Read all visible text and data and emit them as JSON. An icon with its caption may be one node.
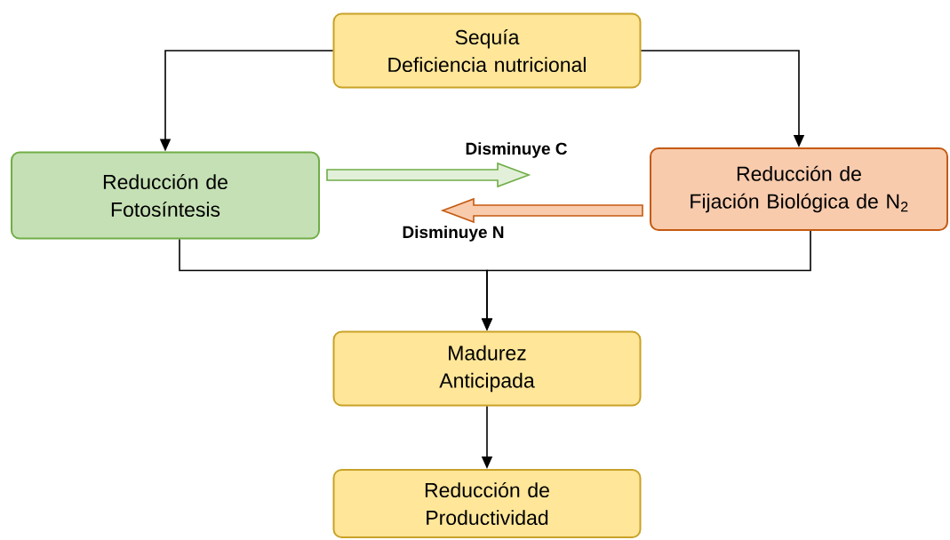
{
  "diagram": {
    "nodes": [
      {
        "text": [
          "Sequía",
          "Deficiencia nutricional"
        ]
      },
      {
        "text": [
          "Reducción de Fotosíntesis"
        ]
      },
      {
        "text": [
          "Reducción de",
          "Fijación Biológica de N$_{2}$"
        ]
      },
      {
        "text": [
          "Madurez Anticipada"
        ]
      },
      {
        "text": [
          "Reducción de Productividad"
        ]
      }
    ],
    "edges": [
      {
        "from": 0,
        "to": 1,
        "arrow": "to"
      },
      {
        "from": 0,
        "to": 2,
        "arrow": "to"
      },
      {
        "from": 1,
        "to": 3,
        "arrow": "to"
      },
      {
        "from": 2,
        "to": 3,
        "arrow": "to"
      },
      {
        "from": 3,
        "to": 4,
        "arrow": "to"
      },
      {
        "from": 1,
        "to": null,
        "arrow": "to",
        "label": "Disminuye C",
        "style": "thick",
        "color": "#70ad47"
      },
      {
        "from": 2,
        "to": null,
        "arrow": "to",
        "label": "Disminuye N",
        "style": "thick",
        "color": "#c55a11"
      }
    ]
  }
}
